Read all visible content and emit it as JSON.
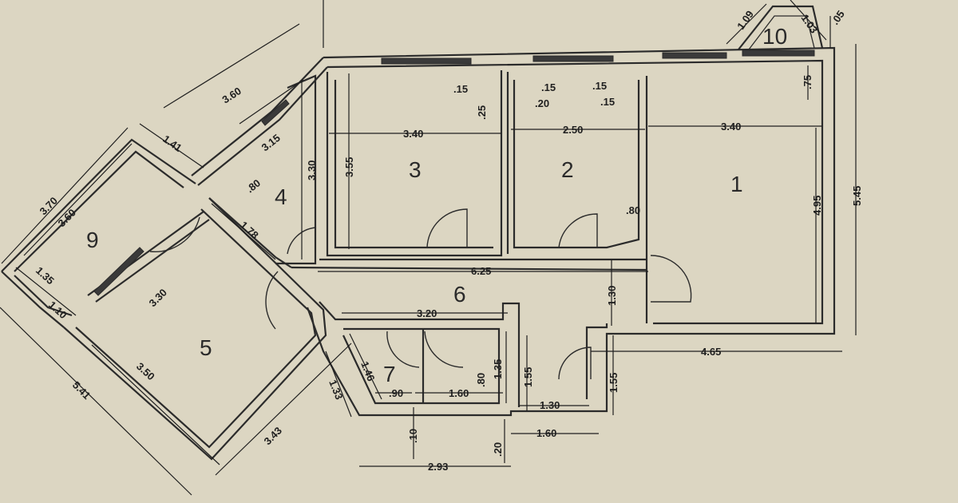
{
  "rooms": [
    "1",
    "2",
    "3",
    "4",
    "5",
    "6",
    "7",
    "9",
    "10"
  ],
  "dimensions": {
    "d_360": "3.60",
    "d_141": "1.41",
    "d_370": "3.70",
    "d_360b": "3.60",
    "d_135": "1.35",
    "d_110": "1.10",
    "d_541": "5.41",
    "d_350": "3.50",
    "d_330": "3.30",
    "d_343": "3.43",
    "d_133": "1.33",
    "d_315": "3.15",
    "d_080": ".80",
    "d_178": "1.78",
    "d_330b": "3.30",
    "d_355": "3.55",
    "d_340": "3.40",
    "d_250": "2.50",
    "d_340b": "3.40",
    "d_015a": ".15",
    "d_015b": ".15",
    "d_020": ".20",
    "d_025": ".25",
    "d_015c": ".15",
    "d_015d": ".15",
    "d_109": "1.09",
    "d_103": "1.03",
    "d_005": ".05",
    "d_075": ".75",
    "d_495": "4.95",
    "d_545": "5.45",
    "d_625": "6.25",
    "d_130": "1.30",
    "d_465": "4.65",
    "d_320": "3.20",
    "d_146": "1.46",
    "d_090": ".90",
    "d_160": "1.60",
    "d_080b": ".80",
    "d_135b": "1.35",
    "d_155": "1.55",
    "d_155b": "1.55",
    "d_130b": "1.30",
    "d_160b": "1.60",
    "d_010": ".10",
    "d_020b": ".20",
    "d_293": "2.93",
    "d_080c": ".80"
  }
}
